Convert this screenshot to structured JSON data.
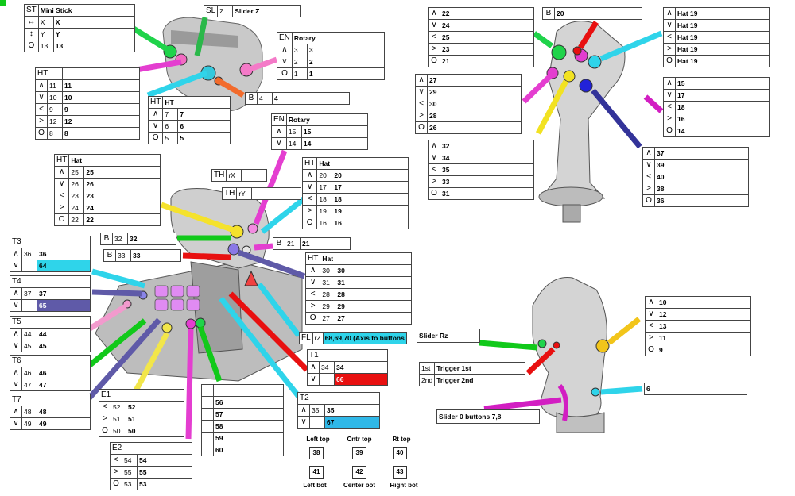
{
  "colors": {
    "cyan": "#2fd4ea",
    "purple": "#5f5aa8",
    "red": "#e8110f",
    "green": "#11c91a"
  },
  "mini_stick": {
    "title_code": "ST",
    "title": "Mini Stick",
    "rows": [
      {
        "sym": "↔",
        "code": "X",
        "val": "X"
      },
      {
        "sym": "↕",
        "code": "Y",
        "val": "Y"
      },
      {
        "sym": "O",
        "code": "13",
        "val": "13"
      }
    ]
  },
  "slider_z": {
    "code": "SL",
    "sub": "Z",
    "label": "Slider Z"
  },
  "rotary_left": {
    "code": "EN",
    "title": "Rotary",
    "rows": [
      {
        "sym": "∧",
        "code": "3",
        "val": "3"
      },
      {
        "sym": "∨",
        "code": "2",
        "val": "2"
      },
      {
        "sym": "O",
        "code": "1",
        "val": "1"
      }
    ]
  },
  "b4": {
    "code": "B",
    "sub": "4",
    "val": "4"
  },
  "ht_left": {
    "code": "HT",
    "rows": [
      {
        "sym": "∧",
        "code": "11",
        "val": "11"
      },
      {
        "sym": "∨",
        "code": "10",
        "val": "10"
      },
      {
        "sym": "<",
        "code": "9",
        "val": "9"
      },
      {
        "sym": ">",
        "code": "12",
        "val": "12"
      },
      {
        "sym": "O",
        "code": "8",
        "val": "8"
      }
    ]
  },
  "ht_small": {
    "code": "HT",
    "title": "HT",
    "rows": [
      {
        "sym": "∧",
        "code": "7",
        "val": "7"
      },
      {
        "sym": "∨",
        "code": "6",
        "val": "6"
      },
      {
        "sym": "O",
        "code": "5",
        "val": "5"
      }
    ]
  },
  "rotary_mid": {
    "code": "EN",
    "title": "Rotary",
    "rows": [
      {
        "sym": "∧",
        "code": "15",
        "val": "15"
      },
      {
        "sym": "∨",
        "code": "14",
        "val": "14"
      }
    ]
  },
  "hat_25": {
    "code": "HT",
    "title": "Hat",
    "rows": [
      {
        "sym": "∧",
        "code": "25",
        "val": "25"
      },
      {
        "sym": "∨",
        "code": "26",
        "val": "26"
      },
      {
        "sym": "<",
        "code": "23",
        "val": "23"
      },
      {
        "sym": ">",
        "code": "24",
        "val": "24"
      },
      {
        "sym": "O",
        "code": "22",
        "val": "22"
      }
    ]
  },
  "th_rx": {
    "code": "TH",
    "sub": "rX"
  },
  "th_ry": {
    "code": "TH",
    "sub": "rY"
  },
  "hat_20": {
    "code": "HT",
    "title": "Hat",
    "rows": [
      {
        "sym": "∧",
        "code": "20",
        "val": "20"
      },
      {
        "sym": "∨",
        "code": "17",
        "val": "17"
      },
      {
        "sym": "<",
        "code": "18",
        "val": "18"
      },
      {
        "sym": ">",
        "code": "19",
        "val": "19"
      },
      {
        "sym": "O",
        "code": "16",
        "val": "16"
      }
    ]
  },
  "b32": {
    "code": "B",
    "sub": "32",
    "val": "32"
  },
  "b33": {
    "code": "B",
    "sub": "33",
    "val": "33"
  },
  "b21": {
    "code": "B",
    "sub": "21",
    "val": "21"
  },
  "t3": {
    "code": "T3",
    "rows": [
      {
        "sym": "∧",
        "code": "36",
        "val": "36"
      },
      {
        "sym": "∨",
        "code": "",
        "val": "64"
      }
    ]
  },
  "t4": {
    "code": "T4",
    "rows": [
      {
        "sym": "∧",
        "code": "37",
        "val": "37"
      },
      {
        "sym": "∨",
        "code": "",
        "val": "65"
      }
    ]
  },
  "t5": {
    "code": "T5",
    "rows": [
      {
        "sym": "∧",
        "code": "44",
        "val": "44"
      },
      {
        "sym": "∨",
        "code": "45",
        "val": "45"
      }
    ]
  },
  "t6": {
    "code": "T6",
    "rows": [
      {
        "sym": "∧",
        "code": "46",
        "val": "46"
      },
      {
        "sym": "∨",
        "code": "47",
        "val": "47"
      }
    ]
  },
  "t7": {
    "code": "T7",
    "rows": [
      {
        "sym": "∧",
        "code": "48",
        "val": "48"
      },
      {
        "sym": "∨",
        "code": "49",
        "val": "49"
      }
    ]
  },
  "hat_30": {
    "code": "HT",
    "title": "Hat",
    "rows": [
      {
        "sym": "∧",
        "code": "30",
        "val": "30"
      },
      {
        "sym": "∨",
        "code": "31",
        "val": "31"
      },
      {
        "sym": "<",
        "code": "28",
        "val": "28"
      },
      {
        "sym": ">",
        "code": "29",
        "val": "29"
      },
      {
        "sym": "O",
        "code": "27",
        "val": "27"
      }
    ]
  },
  "fl_rz": {
    "code": "FL",
    "sub": "rZ",
    "val": "68,69,70 (Axis to buttons"
  },
  "t1": {
    "code": "T1",
    "rows": [
      {
        "sym": "∧",
        "code": "34",
        "val": "34"
      },
      {
        "sym": "∨",
        "code": "",
        "val": "66"
      }
    ]
  },
  "t2": {
    "code": "T2",
    "rows": [
      {
        "sym": "∧",
        "code": "35",
        "val": "35"
      },
      {
        "sym": "∨",
        "code": "",
        "val": "67"
      }
    ]
  },
  "e1": {
    "code": "E1",
    "rows": [
      {
        "sym": "<",
        "code": "52",
        "val": "52"
      },
      {
        "sym": ">",
        "code": "51",
        "val": "51"
      },
      {
        "sym": "O",
        "code": "50",
        "val": "50"
      }
    ]
  },
  "e2": {
    "code": "E2",
    "rows": [
      {
        "sym": "<",
        "code": "54",
        "val": "54"
      },
      {
        "sym": ">",
        "code": "55",
        "val": "55"
      },
      {
        "sym": "O",
        "code": "53",
        "val": "53"
      }
    ]
  },
  "list_56": [
    "56",
    "57",
    "58",
    "59",
    "60"
  ],
  "grid": {
    "top_labels": [
      "Left top",
      "Cntr top",
      "Rt top"
    ],
    "top_vals": [
      "38",
      "39",
      "40"
    ],
    "bot_vals": [
      "41",
      "42",
      "43"
    ],
    "bot_labels": [
      "Left bot",
      "Center bot",
      "Right bot"
    ]
  },
  "stick_top_left": [
    {
      "sym": "∧",
      "val": "22"
    },
    {
      "sym": "∨",
      "val": "24"
    },
    {
      "sym": "<",
      "val": "25"
    },
    {
      "sym": ">",
      "val": "23"
    },
    {
      "sym": "O",
      "val": "21"
    }
  ],
  "b20": {
    "code": "B",
    "val": "20"
  },
  "hat_19": [
    {
      "sym": "∧",
      "val": "Hat 19"
    },
    {
      "sym": "∨",
      "val": "Hat 19"
    },
    {
      "sym": "<",
      "val": "Hat 19"
    },
    {
      "sym": ">",
      "val": "Hat 19"
    },
    {
      "sym": "O",
      "val": "Hat 19"
    }
  ],
  "stick_left2": [
    {
      "sym": "∧",
      "val": "27"
    },
    {
      "sym": "∨",
      "val": "29"
    },
    {
      "sym": "<",
      "val": "30"
    },
    {
      "sym": ">",
      "val": "28"
    },
    {
      "sym": "O",
      "val": "26"
    }
  ],
  "stick_right2": [
    {
      "sym": "∧",
      "val": "15"
    },
    {
      "sym": "∨",
      "val": "17"
    },
    {
      "sym": "<",
      "val": "18"
    },
    {
      "sym": ">",
      "val": "16"
    },
    {
      "sym": "O",
      "val": "14"
    }
  ],
  "stick_left3": [
    {
      "sym": "∧",
      "val": "32"
    },
    {
      "sym": "∨",
      "val": "34"
    },
    {
      "sym": "<",
      "val": "35"
    },
    {
      "sym": ">",
      "val": "33"
    },
    {
      "sym": "O",
      "val": "31"
    }
  ],
  "stick_right3": [
    {
      "sym": "∧",
      "val": "37"
    },
    {
      "sym": "∨",
      "val": "39"
    },
    {
      "sym": "<",
      "val": "40"
    },
    {
      "sym": ">",
      "val": "38"
    },
    {
      "sym": "O",
      "val": "36"
    }
  ],
  "lower_right": [
    {
      "sym": "∧",
      "val": "10"
    },
    {
      "sym": "∨",
      "val": "12"
    },
    {
      "sym": "<",
      "val": "13"
    },
    {
      "sym": ">",
      "val": "11"
    },
    {
      "sym": "O",
      "val": "9"
    }
  ],
  "slider_rz": "Slider Rz",
  "triggers": [
    {
      "code": "1st",
      "val": "Trigger 1st"
    },
    {
      "code": "2nd",
      "val": "Trigger 2nd"
    }
  ],
  "six": "6",
  "slider0": "Slider 0 buttons 7,8"
}
